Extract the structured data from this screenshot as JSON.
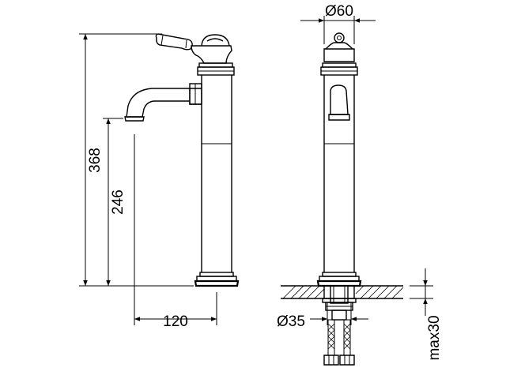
{
  "drawing": {
    "dim_height_total": "368",
    "dim_spout_height": "246",
    "dim_reach": "120",
    "dim_diameter_body": "Ø60",
    "dim_diameter_hole": "Ø35",
    "dim_deck_max": "max30"
  }
}
